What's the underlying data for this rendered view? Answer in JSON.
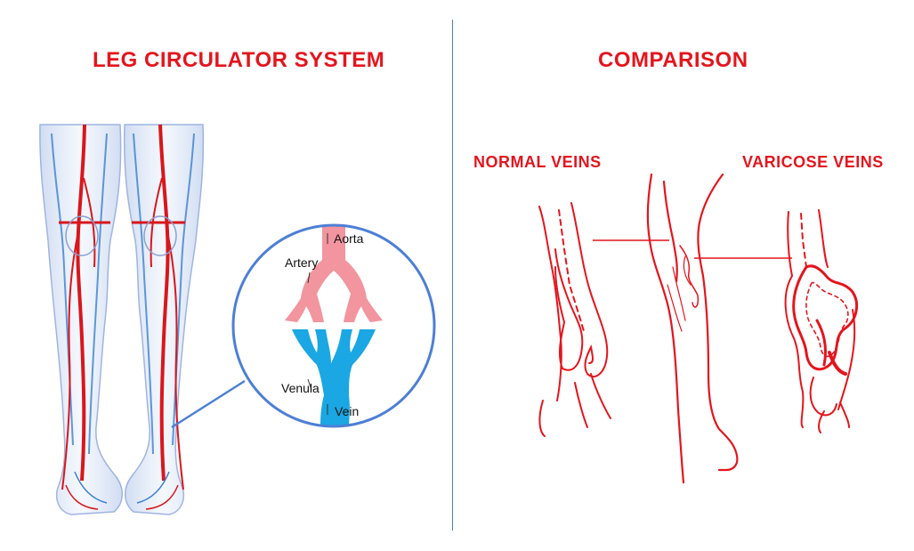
{
  "left_panel": {
    "title": "LEG CIRCULATOR SYSTEM",
    "zoom": {
      "labels": {
        "aorta": "Aorta",
        "artery": "Artery",
        "venula": "Venula",
        "vein": "Vein"
      }
    }
  },
  "right_panel": {
    "title": "COMPARISON",
    "normal_label": "NORMAL VEINS",
    "varicose_label": "VARICOSE VEINS"
  },
  "colors": {
    "heading_red": "#e4151d",
    "artery_pink": "#f2959e",
    "vein_blue": "#1aa7e3",
    "zoom_circle": "#4d7fd6",
    "divider": "#4a83b8"
  }
}
